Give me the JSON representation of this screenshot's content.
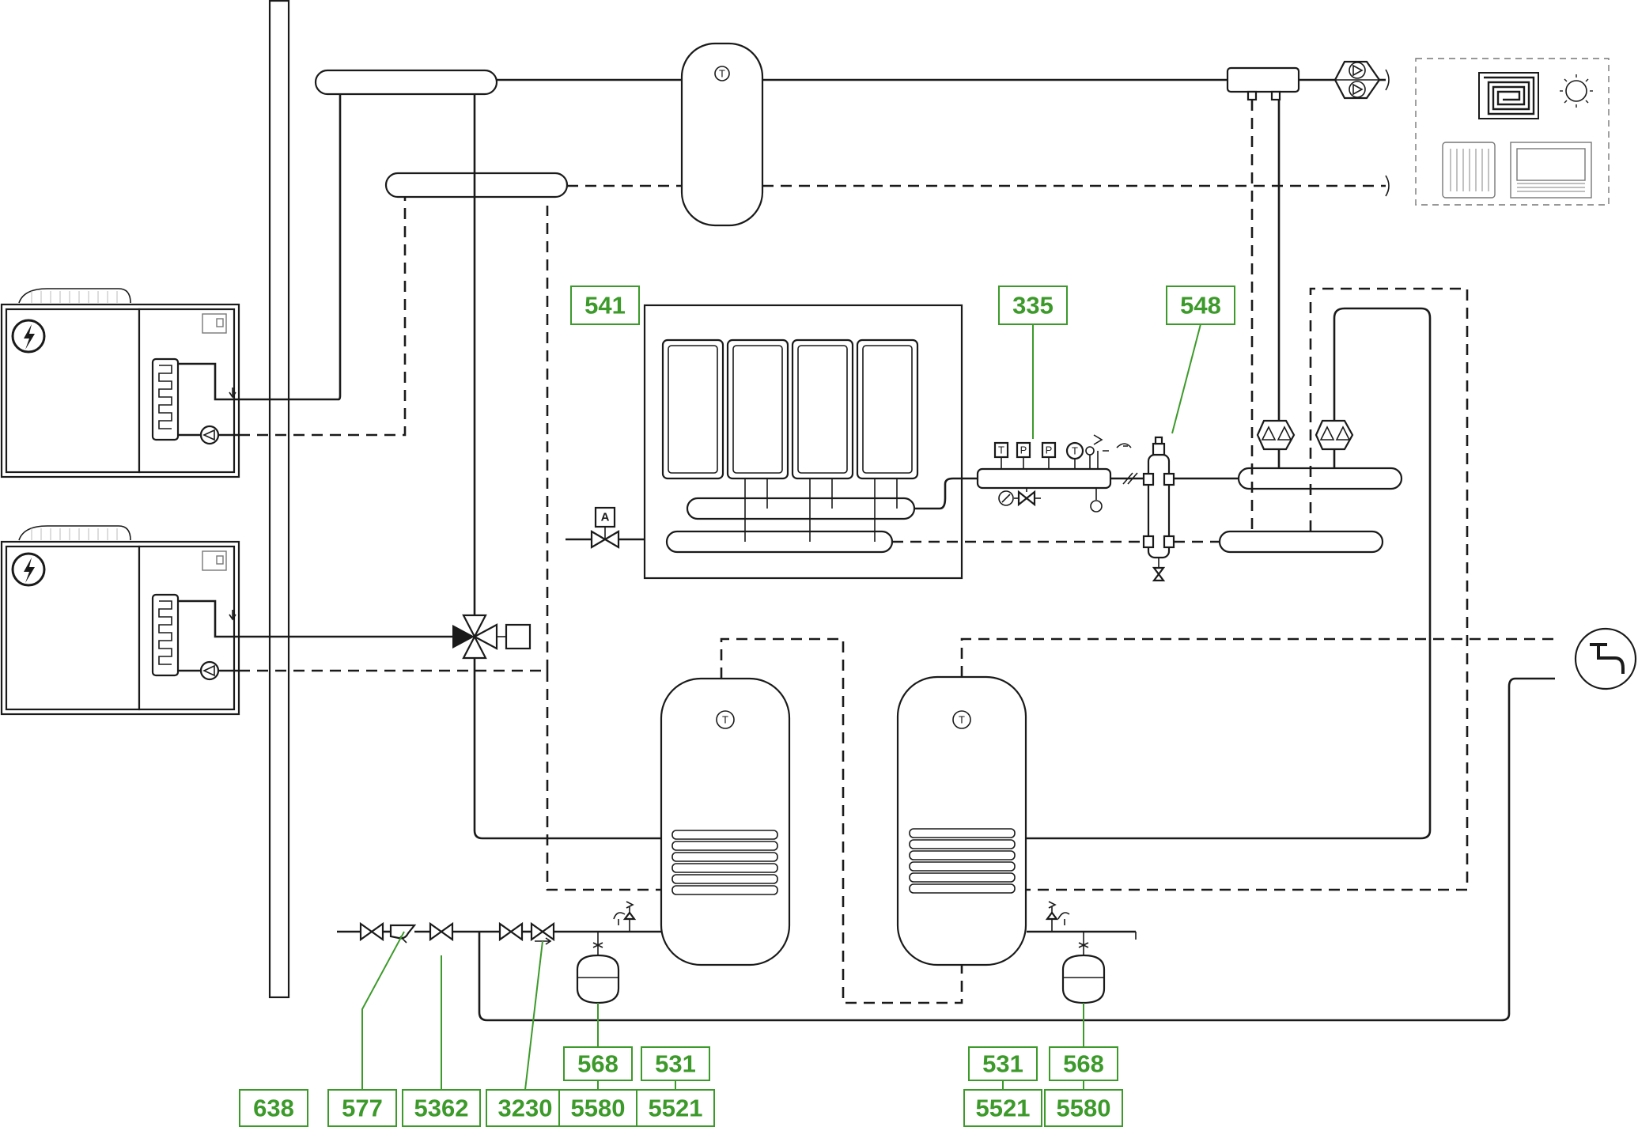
{
  "labels": {
    "l541": "541",
    "l335": "335",
    "l548": "548",
    "l638": "638",
    "l577": "577",
    "l5362": "5362",
    "l3230": "3230",
    "l568a": "568",
    "l5580a": "5580",
    "l531a": "531",
    "l5521a": "5521",
    "l531b": "531",
    "l5521b": "5521",
    "l568b": "568",
    "l5580b": "5580"
  },
  "symbols": {
    "temperature": "T",
    "pressure": "P",
    "actuator": "A"
  },
  "colors": {
    "label_green": "#3c9a2a",
    "line": "#1a1a1a"
  },
  "icons": [
    "heat-pump-icon",
    "lightning-icon",
    "pump-icon",
    "tank-icon",
    "valve-icon",
    "tap-icon",
    "sun-icon",
    "underfloor-heating-icon",
    "radiator-icon",
    "fan-coil-icon",
    "expansion-vessel-icon",
    "safety-valve-icon"
  ]
}
